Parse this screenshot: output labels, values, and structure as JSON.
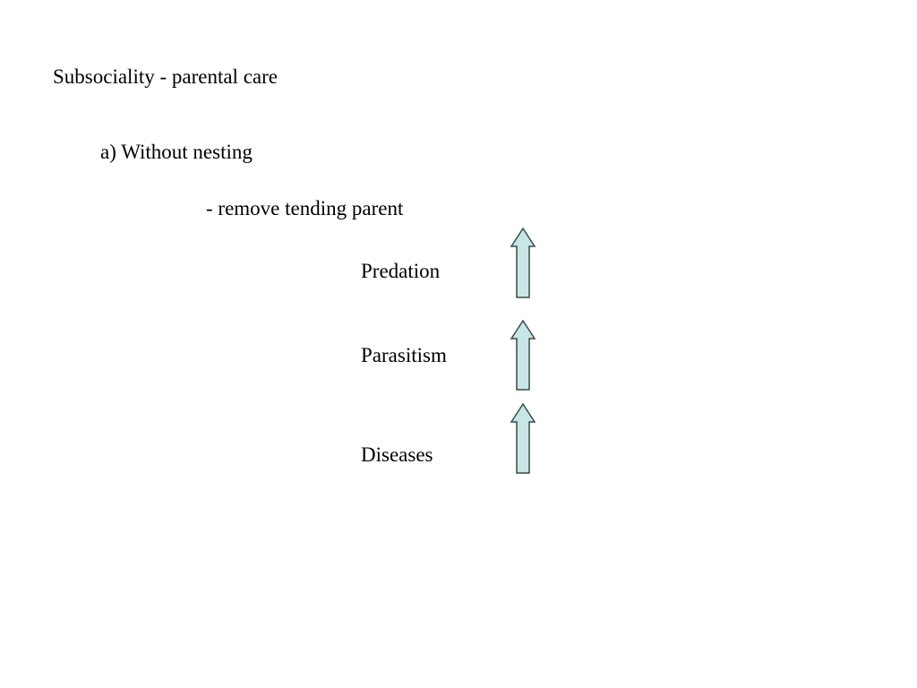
{
  "slide": {
    "title": "Subsociality - parental care",
    "subheading": "a) Without nesting",
    "item": "- remove tending parent",
    "rows": [
      {
        "label": "Predation",
        "icon": "up-arrow-icon"
      },
      {
        "label": "Parasitism",
        "icon": "up-arrow-icon"
      },
      {
        "label": "Diseases",
        "icon": "up-arrow-icon"
      }
    ]
  },
  "colors": {
    "arrow_fill": "#c8e6e6",
    "arrow_stroke": "#3a4a4a",
    "text": "#000000",
    "background": "#ffffff"
  }
}
